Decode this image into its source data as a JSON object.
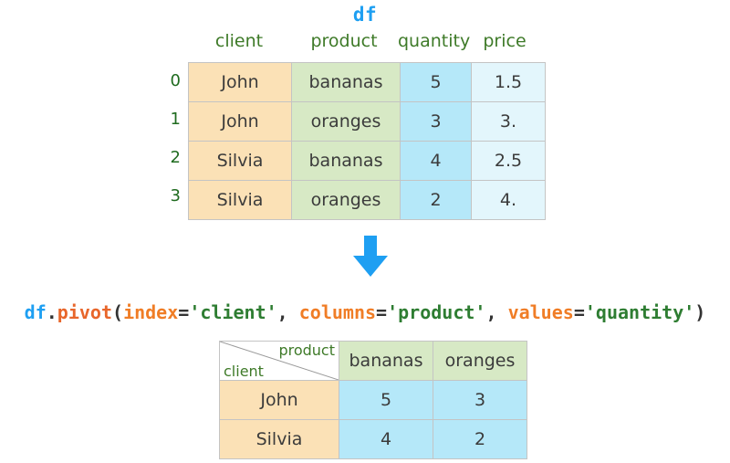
{
  "title": {
    "text": "df",
    "color": "#1E9FF2"
  },
  "source_table": {
    "name": "df",
    "index_label": "",
    "columns": [
      "client",
      "product",
      "quantity",
      "price"
    ],
    "index": [
      "0",
      "1",
      "2",
      "3"
    ],
    "rows": [
      [
        "John",
        "bananas",
        "5",
        "1.5"
      ],
      [
        "John",
        "oranges",
        "3",
        "3."
      ],
      [
        "Silvia",
        "bananas",
        "4",
        "2.5"
      ],
      [
        "Silvia",
        "oranges",
        "2",
        "4."
      ]
    ],
    "column_colors": {
      "client": "#FBE1B6",
      "product": "#D7E9C5",
      "quantity": "#B5E8F9",
      "price": "#E3F6FC"
    },
    "header_color": "#3E7A28",
    "index_color": "#1F6B1F"
  },
  "arrow": {
    "direction": "down",
    "color": "#1E9FF2"
  },
  "code": {
    "full_text": "df.pivot(index='client', columns='product', values='quantity')",
    "tokens": [
      {
        "t": "df",
        "k": "obj"
      },
      {
        "t": ".",
        "k": "pun"
      },
      {
        "t": "pivot",
        "k": "fn"
      },
      {
        "t": "(",
        "k": "pun"
      },
      {
        "t": "index",
        "k": "kw"
      },
      {
        "t": "=",
        "k": "pun"
      },
      {
        "t": "'client'",
        "k": "str"
      },
      {
        "t": ", ",
        "k": "pun"
      },
      {
        "t": "columns",
        "k": "kw"
      },
      {
        "t": "=",
        "k": "pun"
      },
      {
        "t": "'product'",
        "k": "str"
      },
      {
        "t": ", ",
        "k": "pun"
      },
      {
        "t": "values",
        "k": "kw"
      },
      {
        "t": "=",
        "k": "pun"
      },
      {
        "t": "'quantity'",
        "k": "str"
      },
      {
        "t": ")",
        "k": "pun"
      }
    ]
  },
  "result_table": {
    "corner": {
      "columns_label": "product",
      "index_label": "client"
    },
    "columns": [
      "bananas",
      "oranges"
    ],
    "index": [
      "John",
      "Silvia"
    ],
    "rows": [
      [
        "5",
        "3"
      ],
      [
        "4",
        "2"
      ]
    ],
    "colors": {
      "header": "#D7E9C5",
      "index": "#FBE1B6",
      "values": "#B5E8F9"
    }
  }
}
